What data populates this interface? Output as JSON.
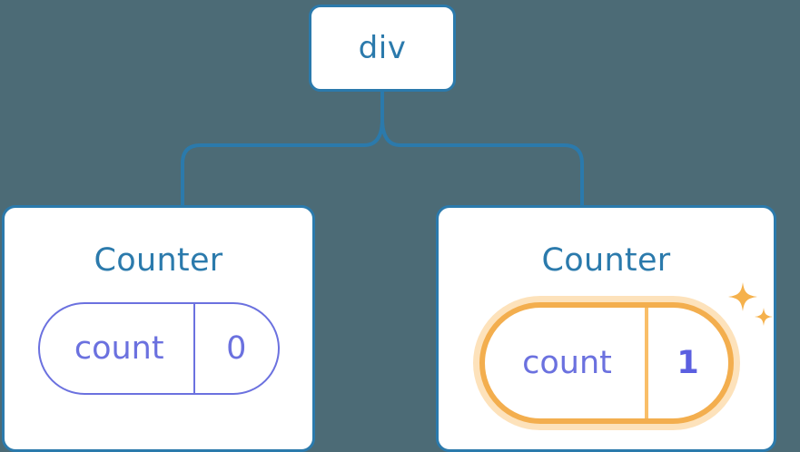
{
  "theme": {
    "background": "#4c6b76",
    "node_border": "#2b7aac",
    "node_fill": "#ffffff",
    "title_text": "#2b7aac",
    "connector_line": "#2b7aac",
    "state_purple": "#6b71df",
    "state_value_purple": "#5b5fe0",
    "highlight_orange": "#f3ae4e",
    "highlight_divider": "#f9be68",
    "highlight_glow": "#fde2bb",
    "sparkle": "#f5b14c"
  },
  "diagram": {
    "type": "component-tree",
    "root": {
      "label": "div"
    },
    "children": [
      {
        "title": "Counter",
        "highlighted": false,
        "state": {
          "key": "count",
          "value": "0"
        }
      },
      {
        "title": "Counter",
        "highlighted": true,
        "state": {
          "key": "count",
          "value": "1"
        },
        "sparkle_icons": [
          "sparkle-large",
          "sparkle-small"
        ]
      }
    ]
  }
}
